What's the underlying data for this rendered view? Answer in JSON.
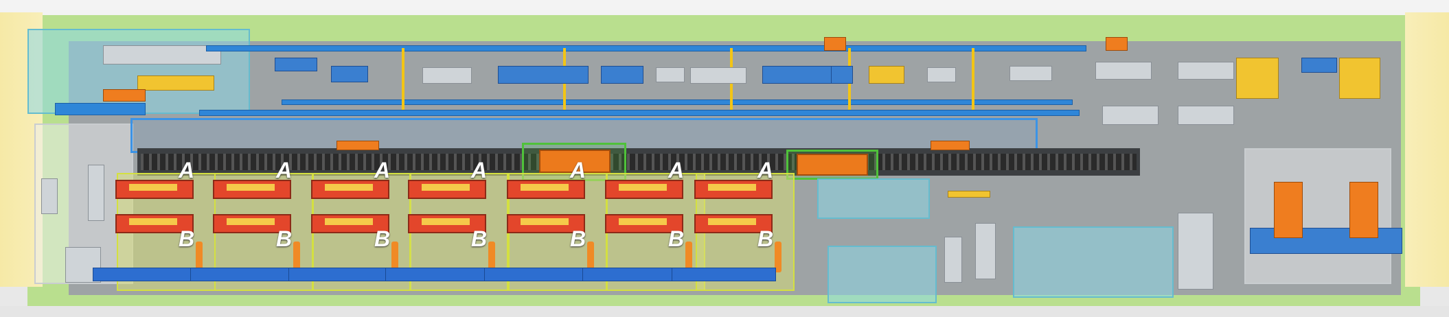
{
  "scene": {
    "view": "top-down 3D layout of a welding production line",
    "colors": {
      "floor_green": "#b9df8e",
      "floor_gray": "#9ea3a5",
      "wall_yellow": "#f6e9a6",
      "conveyor_blue": "#2f86d8",
      "fixture_red": "#e3462b",
      "robot_orange": "#f08a25",
      "column_yellow": "#f3c515",
      "cell_zone_yellow": "#d4e040",
      "highlight_green": "#4fc23a"
    }
  },
  "stations": [
    {
      "top_label": "A",
      "bottom_label": "B"
    },
    {
      "top_label": "A",
      "bottom_label": "B"
    },
    {
      "top_label": "A",
      "bottom_label": "B"
    },
    {
      "top_label": "A",
      "bottom_label": "B"
    },
    {
      "top_label": "A",
      "bottom_label": "B"
    },
    {
      "top_label": "A",
      "bottom_label": "B"
    },
    {
      "top_label": "A",
      "bottom_label": "B"
    }
  ]
}
